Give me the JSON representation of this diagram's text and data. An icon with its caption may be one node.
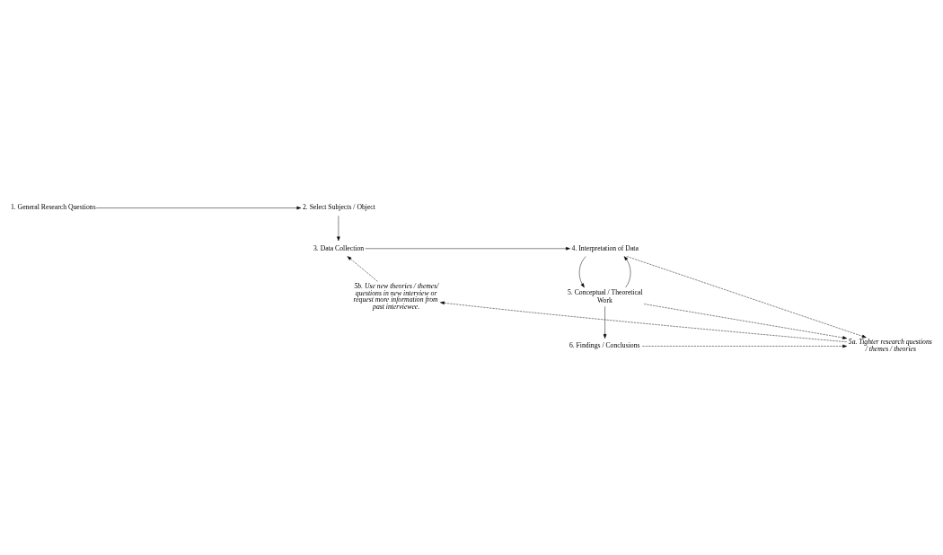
{
  "diagram": {
    "nodes": [
      {
        "text": [
          "1. General Research Questions"
        ]
      },
      {
        "text": [
          "2. Select Subjects / Object"
        ]
      },
      {
        "text": [
          "4. Interpretation of Data"
        ]
      },
      {
        "text": [
          "3. Data Collection"
        ]
      },
      {
        "text": [
          "5b. Use new theories / themes/ questions in new interview or request more information from past interviewee."
        ]
      },
      {
        "text": [
          "5. Conceptual / Theoretical Work"
        ]
      },
      {
        "text": [
          "6. Findings / Conclusions"
        ]
      },
      {
        "text": [
          "5a. Tighter research questions / themes / theories"
        ]
      }
    ],
    "edges": [
      {
        "from": 0,
        "to": 1,
        "arrow": "to"
      },
      {
        "from": 1,
        "to": 3,
        "arrow": "to"
      },
      {
        "from": 3,
        "to": 2,
        "arrow": "to"
      },
      {
        "from": 2,
        "to": 5,
        "arrow": "to"
      },
      {
        "from": 5,
        "to": 2,
        "arrow": "to"
      },
      {
        "from": 2,
        "to": 7,
        "arrow": "to",
        "style": "dashed"
      },
      {
        "from": 5,
        "to": 7,
        "arrow": "to",
        "style": "dashed"
      },
      {
        "from": 5,
        "to": 6,
        "arrow": "to"
      },
      {
        "from": 6,
        "to": 7,
        "arrow": "to",
        "style": "dashed"
      },
      {
        "from": 7,
        "to": 4,
        "arrow": "to",
        "style": "dashed"
      },
      {
        "from": 4,
        "to": 3,
        "arrow": "to",
        "style": "dashed"
      }
    ]
  }
}
